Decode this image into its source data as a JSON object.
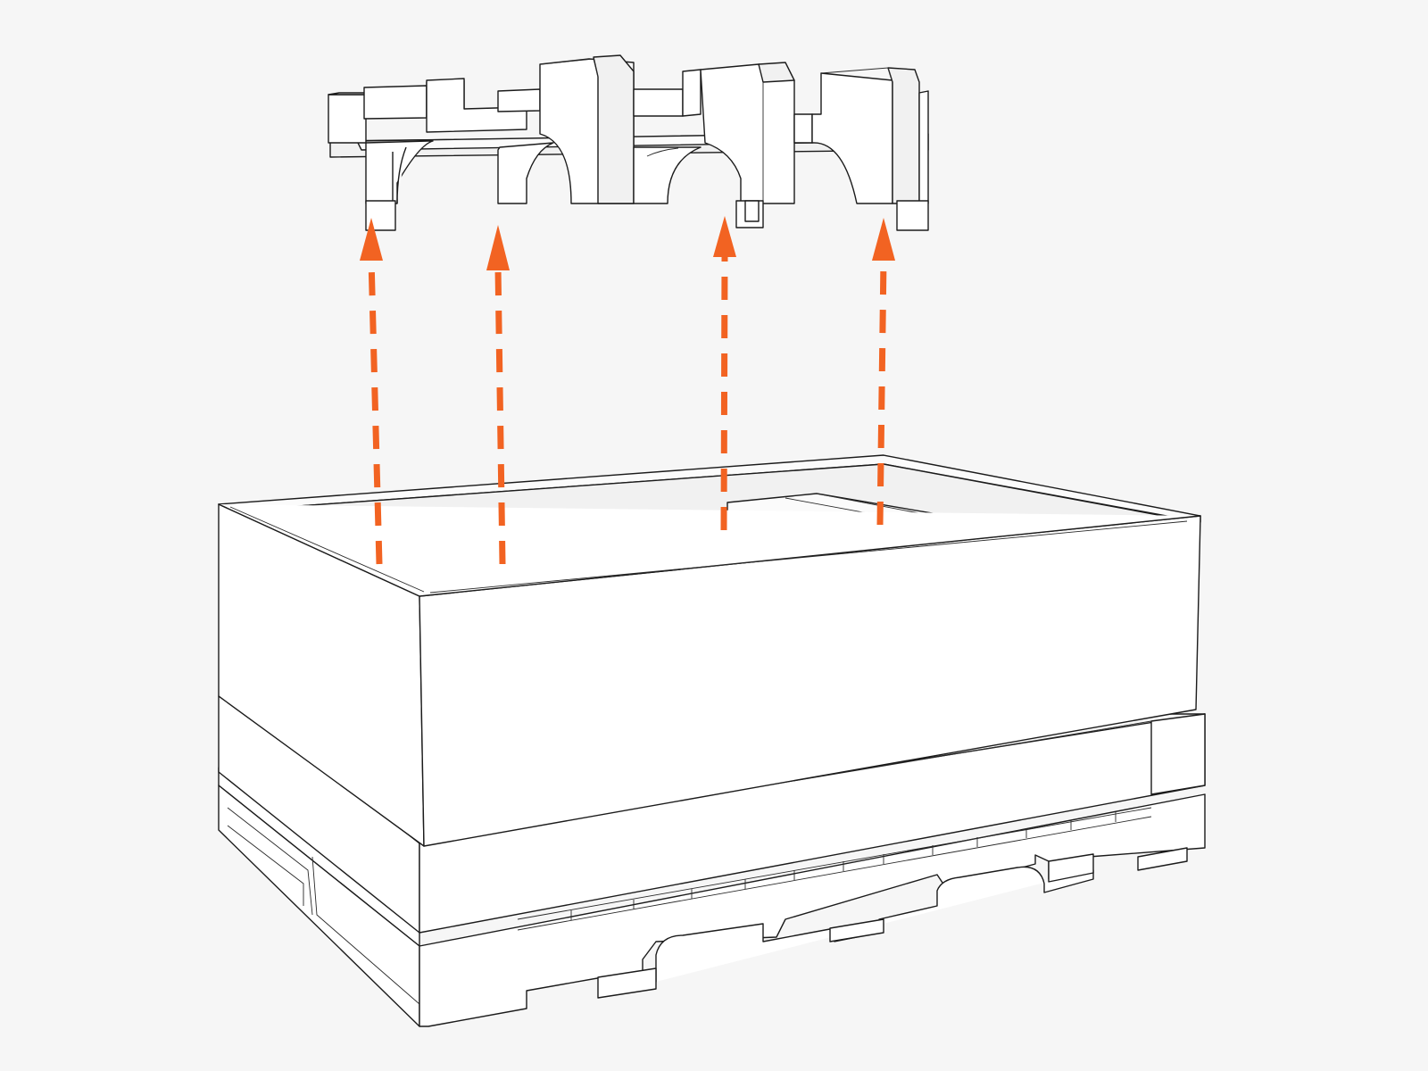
{
  "figure": {
    "background": "#f6f6f6",
    "accent_color": "#f26322",
    "line_color": "#1b1b1b",
    "parts": [
      {
        "name": "foam-insert",
        "description_icon": "packaging-foam-insert"
      },
      {
        "name": "box-top-sleeve",
        "description_icon": "cardboard-sleeve"
      },
      {
        "name": "box-bottom-tray",
        "description_icon": "cardboard-tray"
      },
      {
        "name": "pallet",
        "description_icon": "wooden-pallet"
      },
      {
        "name": "machine-inside",
        "description_icon": "machine-rail"
      }
    ],
    "arrows": [
      {
        "name": "lift-arrow-1",
        "direction": "up"
      },
      {
        "name": "lift-arrow-2",
        "direction": "up"
      },
      {
        "name": "lift-arrow-3",
        "direction": "up"
      },
      {
        "name": "lift-arrow-4",
        "direction": "up"
      }
    ]
  }
}
